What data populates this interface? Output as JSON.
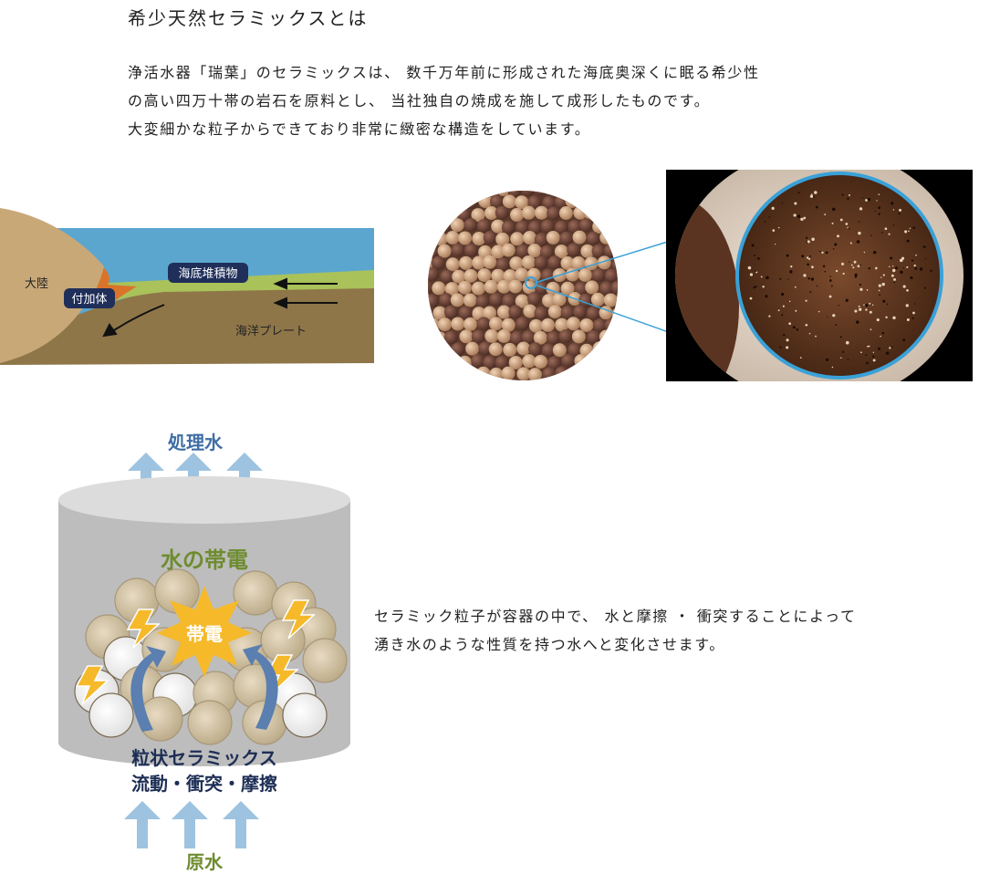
{
  "page": {
    "title": "希少天然セラミックスとは",
    "intro_lines": [
      "浄活水器「瑞葉」のセラミックスは、 数千万年前に形成された海底奥深くに眠る希少性",
      "の高い四万十帯の岩石を原料とし、 当社独自の焼成を施して成形したものです。",
      "大変細かな粒子からできており非常に緻密な構造をしています。"
    ]
  },
  "geology": {
    "continent": "大陸",
    "accretion": "付加体",
    "sediment": "海底堆積物",
    "oceanic_plate": "海洋プレート"
  },
  "mechanism": {
    "treated_water": "処理水",
    "charging_of_water": "水の帯電",
    "charge": "帯電",
    "ceramics_line1": "粒状セラミックス",
    "ceramics_line2": "流動・衝突・摩擦",
    "raw_water": "原水"
  },
  "caption_lines": [
    "セラミック粒子が容器の中で、 水と摩擦 ・ 衝突することによって",
    "湧き水のような性質を持つ水へと変化させます。"
  ],
  "colors": {
    "ocean": "#5ba6cf",
    "sediment": "#a9c25a",
    "continent": "#c9a878",
    "accretion": "#d9742a",
    "plate": "#8e7649",
    "label_bg": "#1f2f5a",
    "arrow_blue": "#9dc3e0",
    "title_blue": "#3f6ea5",
    "green_text": "#6e8c2f",
    "navy_text": "#1d2e55",
    "zoom_ring": "#3aa1d8",
    "spark": "#f5b92a"
  }
}
